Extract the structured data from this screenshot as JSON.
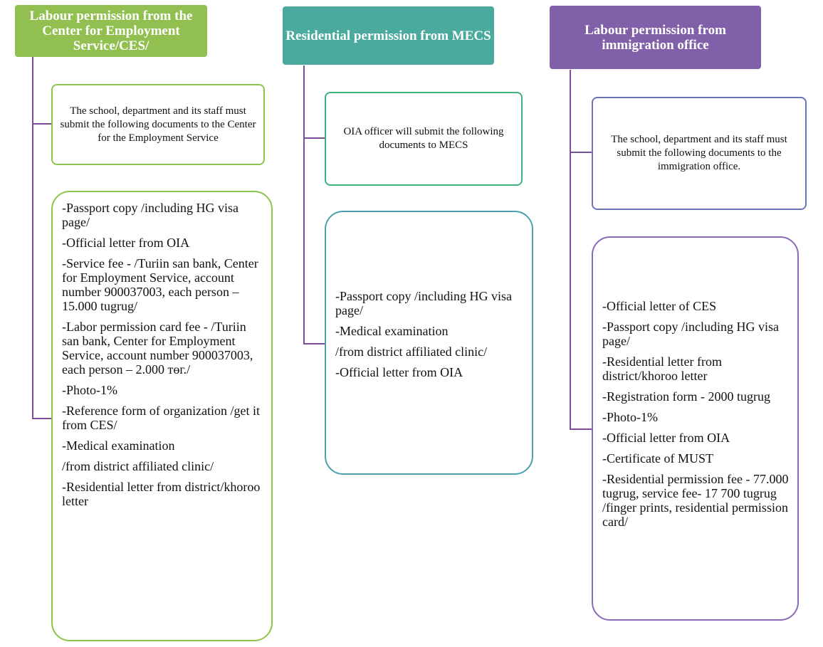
{
  "colors": {
    "col1_header": "#92c050",
    "col1_border": "#8cc44c",
    "col2_header": "#4aaa9e",
    "col2_desc_border": "#3fb27e",
    "col2_list_border": "#4a9fb0",
    "col3_header": "#8060a8",
    "col3_desc_border": "#6a74b8",
    "col3_list_border": "#8a6ab8",
    "connector": "#7d4f9a"
  },
  "columns": [
    {
      "title": "Labour permission from the Center for Employment Service/CES/",
      "description": "The school, department  and its staff must submit the following documents to the Center for the Employment  Service",
      "items": [
        "-Passport copy /including HG visa page/",
        "-Official letter from OIA",
        "-Service fee  - /Turiin san bank, Center for Employment Service, account number 900037003, each person – 15.000 tugrug/",
        "-Labor permission card fee - /Turiin san bank, Center for Employment Service, account number 900037003, each person – 2.000 төг./",
        "-Photo-1%",
        "-Reference form of organization /get it from CES/",
        "-Medical examination",
        "/from district affiliated clinic/",
        "-Residential letter from district/khoroo letter"
      ]
    },
    {
      "title": "Residential permission from MECS",
      "description": "OIA officer will submit the following documents  to MECS",
      "items": [
        "-Passport copy /including HG visa page/",
        "-Medical examination",
        "/from district affiliated clinic/",
        "-Official letter from OIA"
      ]
    },
    {
      "title": "Labour permission from immigration office",
      "description": "The school, department  and its staff must submit the following documents to the immigration office.",
      "items": [
        "-Official letter of CES",
        "-Passport copy /including HG visa page/",
        "-Residential letter from district/khoroo letter",
        "-Registration form - 2000 tugrug",
        "-Photo-1%",
        "-Official letter from OIA",
        "-Certificate of MUST",
        "-Residential permission fee - 77.000 tugrug, service fee- 17 700 tugrug /finger prints, residential permission card/"
      ]
    }
  ]
}
